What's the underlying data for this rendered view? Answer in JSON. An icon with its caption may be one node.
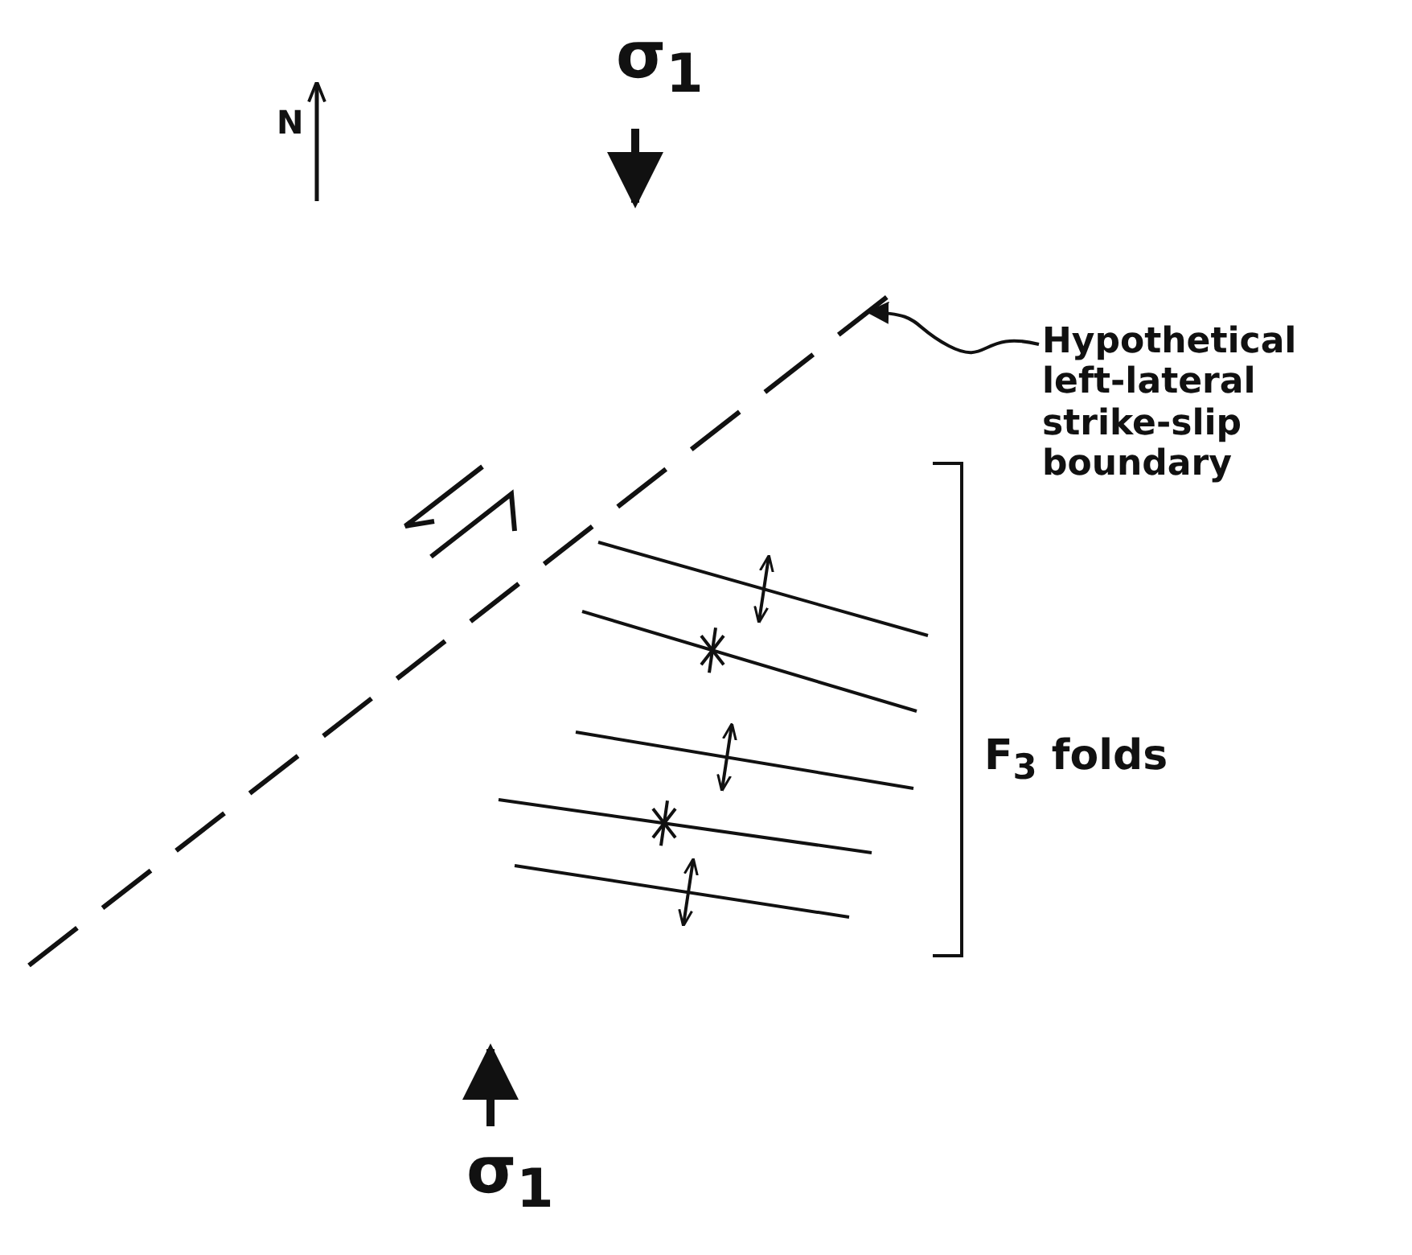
{
  "diagram": {
    "nodes": [
      {
        "text": [
          "Hypothetical left-lateral strike-slip boundary"
        ]
      },
      {
        "text": [],
        "shape": "line"
      }
    ],
    "edges": [
      {
        "from": 0,
        "to": 1,
        "arrow": "to"
      }
    ],
    "labels": [
      "σ$_{1}$",
      "N",
      "F$_{3}$ folds",
      "σ$_{1}$"
    ]
  }
}
